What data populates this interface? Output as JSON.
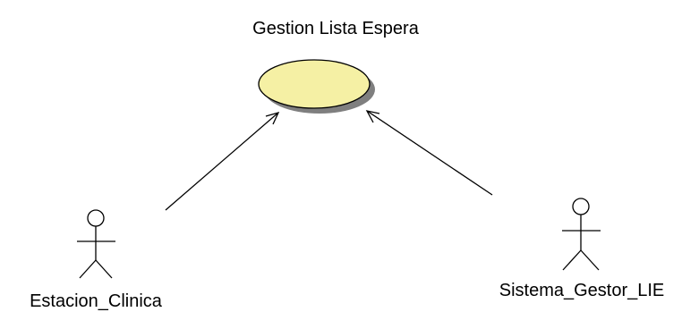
{
  "diagram": {
    "type": "uml-use-case",
    "use_case": {
      "label": "Gestion Lista Espera",
      "fill_color": "#f5f0a4",
      "shadow_color": "#7f7f7f"
    },
    "actors": [
      {
        "label": "Estacion_Clinica"
      },
      {
        "label": "Sistema_Gestor_LIE"
      }
    ],
    "associations": [
      {
        "from": "Estacion_Clinica",
        "to": "Gestion Lista Espera",
        "style": "open-arrow"
      },
      {
        "from": "Sistema_Gestor_LIE",
        "to": "Gestion Lista Espera",
        "style": "open-arrow"
      }
    ]
  }
}
